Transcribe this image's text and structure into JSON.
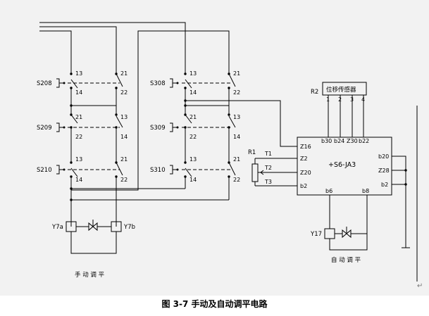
{
  "caption": "图 3-7 手动及自动调平电路",
  "para_mark": "↵",
  "manual_label": "手 动 调 平",
  "auto_label": "自 动 调 平",
  "switches": [
    {
      "name": "S208",
      "top": "13",
      "bottom": "14",
      "top2": "21",
      "bottom2": "22"
    },
    {
      "name": "S209",
      "top": "21",
      "bottom": "22",
      "top2": "13",
      "bottom2": "14"
    },
    {
      "name": "S210",
      "top": "13",
      "bottom": "14",
      "top2": "21",
      "bottom2": "22"
    },
    {
      "name": "S308",
      "top": "13",
      "bottom": "14",
      "top2": "21",
      "bottom2": "22"
    },
    {
      "name": "S309",
      "top": "21",
      "bottom": "22",
      "top2": "13",
      "bottom2": "14"
    },
    {
      "name": "S310",
      "top": "13",
      "bottom": "14",
      "top2": "21",
      "bottom2": "22"
    }
  ],
  "valves": {
    "a": "Y7a",
    "b": "Y7b",
    "auto": "Y17"
  },
  "sensor": {
    "ref": "R2",
    "title": "位移传感器",
    "pins": [
      "1",
      "2",
      "3",
      "4"
    ]
  },
  "module": {
    "name": "+S6-JA3",
    "top_pins": [
      "b30",
      "b24",
      "Z30",
      "b22"
    ],
    "left_pins": [
      "Z16",
      "Z2",
      "Z20",
      "b2"
    ],
    "right_pins": [
      "b20",
      "Z28",
      "b2"
    ],
    "bottom_pins": [
      "b6",
      "b8"
    ]
  },
  "pot": {
    "ref": "R1",
    "t1": "T1",
    "t2": "T2",
    "t3": "T3"
  }
}
